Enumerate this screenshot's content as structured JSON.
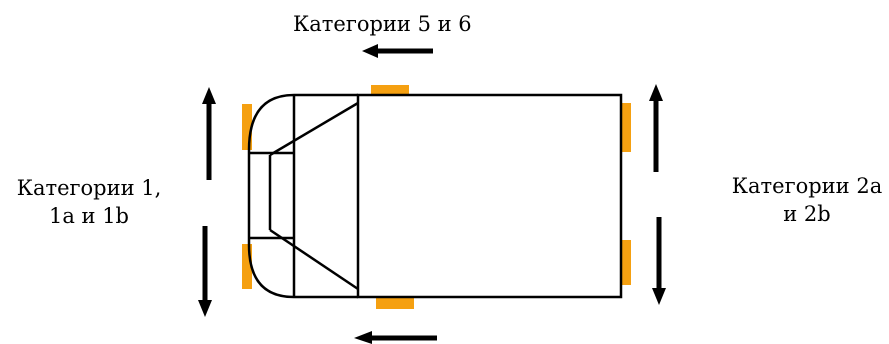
{
  "labels": {
    "top": "Категории 5 и 6",
    "left_line1": "Категории 1,",
    "left_line2": "1a и 1b",
    "right_line1": "Категории 2a",
    "right_line2": "и 2b"
  },
  "colors": {
    "outline": "#000000",
    "lamp": "#f5a011",
    "arrow": "#000000"
  },
  "icons": {
    "arrow_up": "arrow-up-icon",
    "arrow_down": "arrow-down-icon",
    "arrow_left": "arrow-left-icon"
  }
}
